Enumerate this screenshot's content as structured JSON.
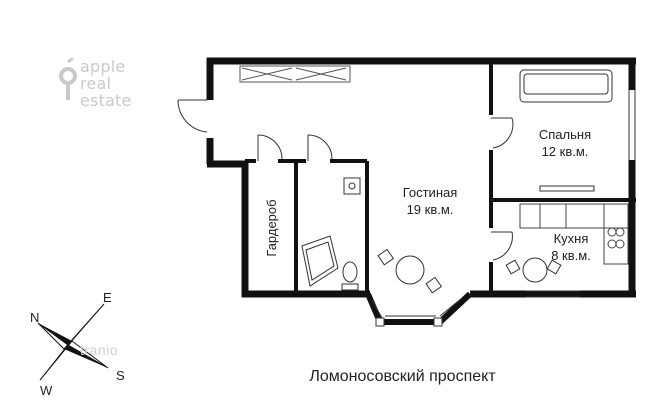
{
  "logo": {
    "line1": "apple",
    "line2": "real",
    "line3": "estate"
  },
  "rooms": {
    "bedroom": {
      "name": "Спальня",
      "area": "12 кв.м."
    },
    "living": {
      "name": "Гостиная",
      "area": "19 кв.м."
    },
    "kitchen": {
      "name": "Кухня",
      "area": "8 кв.м."
    },
    "wardrobe": {
      "name": "Гардероб"
    }
  },
  "street": "Ломоносовский проспект",
  "compass": {
    "north": "N",
    "east": "E",
    "south": "S",
    "west": "W"
  },
  "watermark": "tranio",
  "colors": {
    "wall": "#111111",
    "line": "#333333",
    "logo": "#c9c9c9"
  }
}
